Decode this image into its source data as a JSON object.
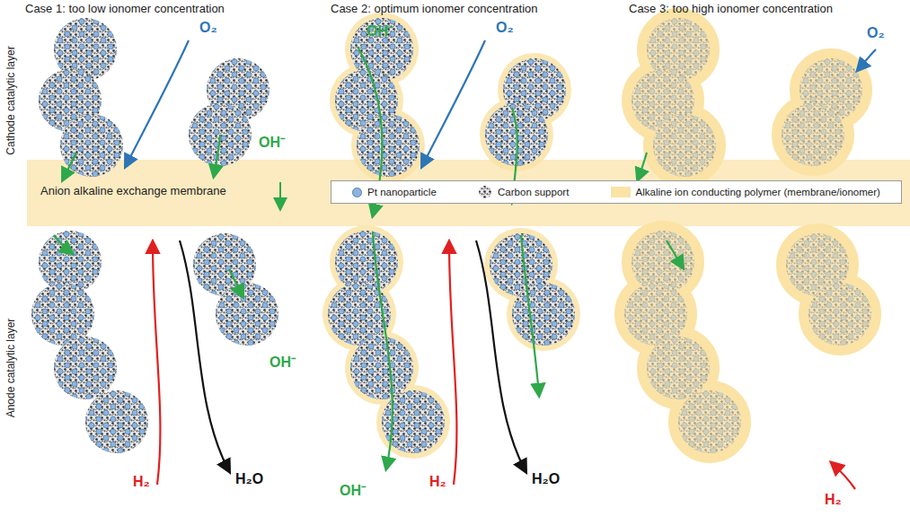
{
  "diagram": {
    "labels": [
      "Case 1: too low ionomer concentration",
      "Case 2: optimum ionomer concentration",
      "Case 3: too high ionomer concentration",
      "Cathode catalytic layer",
      "Anion alkaline exchange membrane",
      "Anode catalytic layer",
      "O₂",
      "OH⁻",
      "OH⁻",
      "H₂",
      "H₂O",
      "OH⁻",
      "O₂",
      "OH⁻",
      "H₂",
      "H₂O",
      "O₂",
      "H₂"
    ],
    "legend": [
      {
        "text": "Pt nanoparticle",
        "color": "#8fb4dc"
      },
      {
        "text": "Carbon support"
      },
      {
        "text": "Alkaline ion conducting polymer (membrane/ionomer)",
        "color": "#fbe3a6"
      }
    ]
  }
}
